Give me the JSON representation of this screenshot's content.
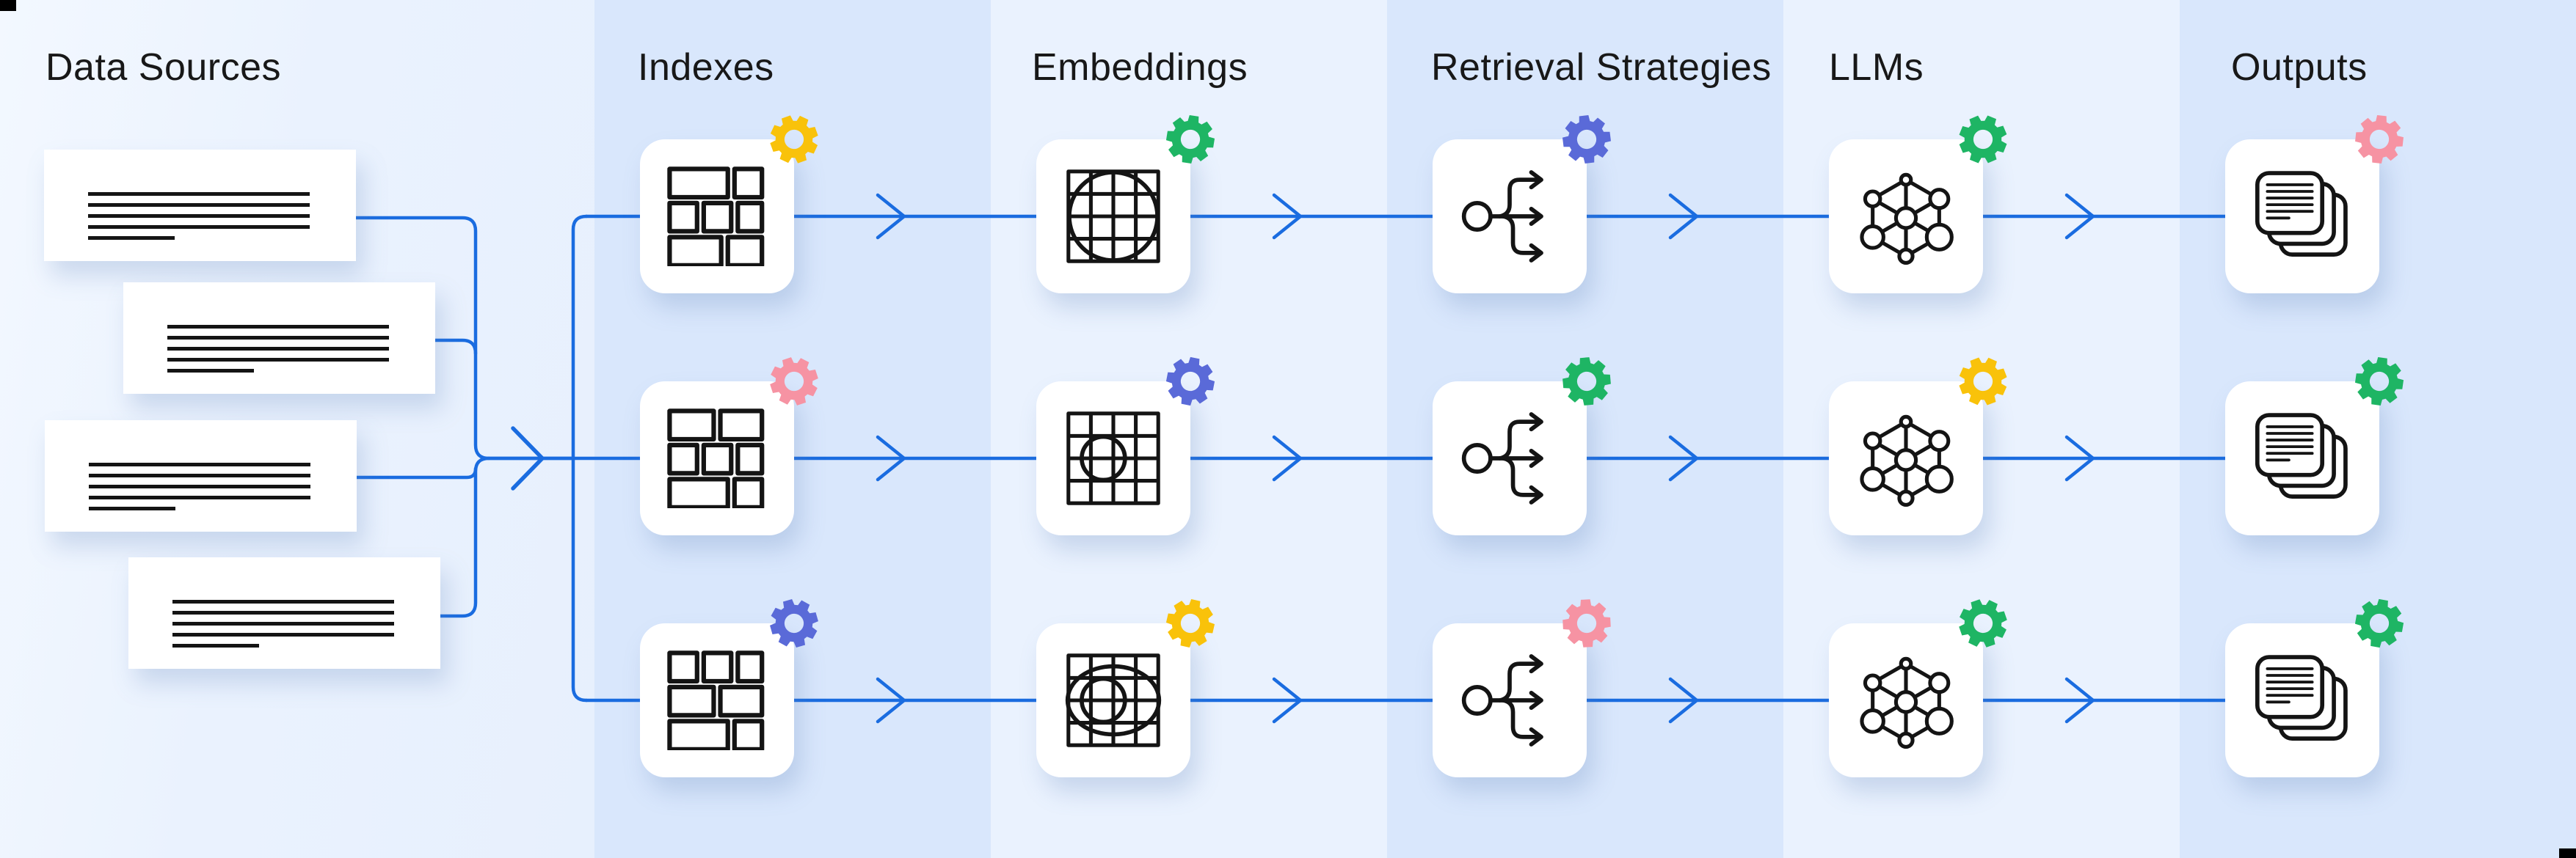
{
  "columns": [
    {
      "id": "data-sources",
      "label": "Data Sources"
    },
    {
      "id": "indexes",
      "label": "Indexes"
    },
    {
      "id": "embeddings",
      "label": "Embeddings"
    },
    {
      "id": "retrieval-strategies",
      "label": "Retrieval Strategies"
    },
    {
      "id": "llms",
      "label": "LLMs"
    },
    {
      "id": "outputs",
      "label": "Outputs"
    }
  ],
  "palette": {
    "flow_line": "#1a6ce0",
    "ink": "#141414",
    "card": "#ffffff",
    "band_light": "#eaf2fe",
    "band_dark": "#d9e7fc",
    "badge": {
      "yellow": "#f9c20a",
      "green": "#1eb564",
      "indigo": "#5a6ad8",
      "pink": "#f693a3"
    }
  },
  "data_sources": {
    "cards": [
      {
        "icon": "document-lines",
        "text_lines": 5
      },
      {
        "icon": "document-lines",
        "text_lines": 5
      },
      {
        "icon": "document-lines",
        "text_lines": 5
      },
      {
        "icon": "document-lines",
        "text_lines": 5
      }
    ]
  },
  "pipeline": {
    "columns": [
      {
        "id": "indexes",
        "rows": [
          {
            "icon": "bricks-a",
            "badge": "yellow"
          },
          {
            "icon": "bricks-b",
            "badge": "pink"
          },
          {
            "icon": "bricks-c",
            "badge": "indigo"
          }
        ]
      },
      {
        "id": "embeddings",
        "rows": [
          {
            "icon": "grid-circle-full",
            "badge": "green"
          },
          {
            "icon": "grid-circle-small",
            "badge": "indigo"
          },
          {
            "icon": "grid-circle-double",
            "badge": "yellow"
          }
        ]
      },
      {
        "id": "retrieval-strategies",
        "rows": [
          {
            "icon": "fanout-arrows",
            "badge": "indigo"
          },
          {
            "icon": "fanout-arrows",
            "badge": "green"
          },
          {
            "icon": "fanout-arrows",
            "badge": "pink"
          }
        ]
      },
      {
        "id": "llms",
        "rows": [
          {
            "icon": "hex-network",
            "badge": "green"
          },
          {
            "icon": "hex-network",
            "badge": "yellow"
          },
          {
            "icon": "hex-network",
            "badge": "green"
          }
        ]
      },
      {
        "id": "outputs",
        "rows": [
          {
            "icon": "document-stack",
            "badge": "pink"
          },
          {
            "icon": "document-stack",
            "badge": "green"
          },
          {
            "icon": "document-stack",
            "badge": "green"
          }
        ]
      }
    ]
  }
}
